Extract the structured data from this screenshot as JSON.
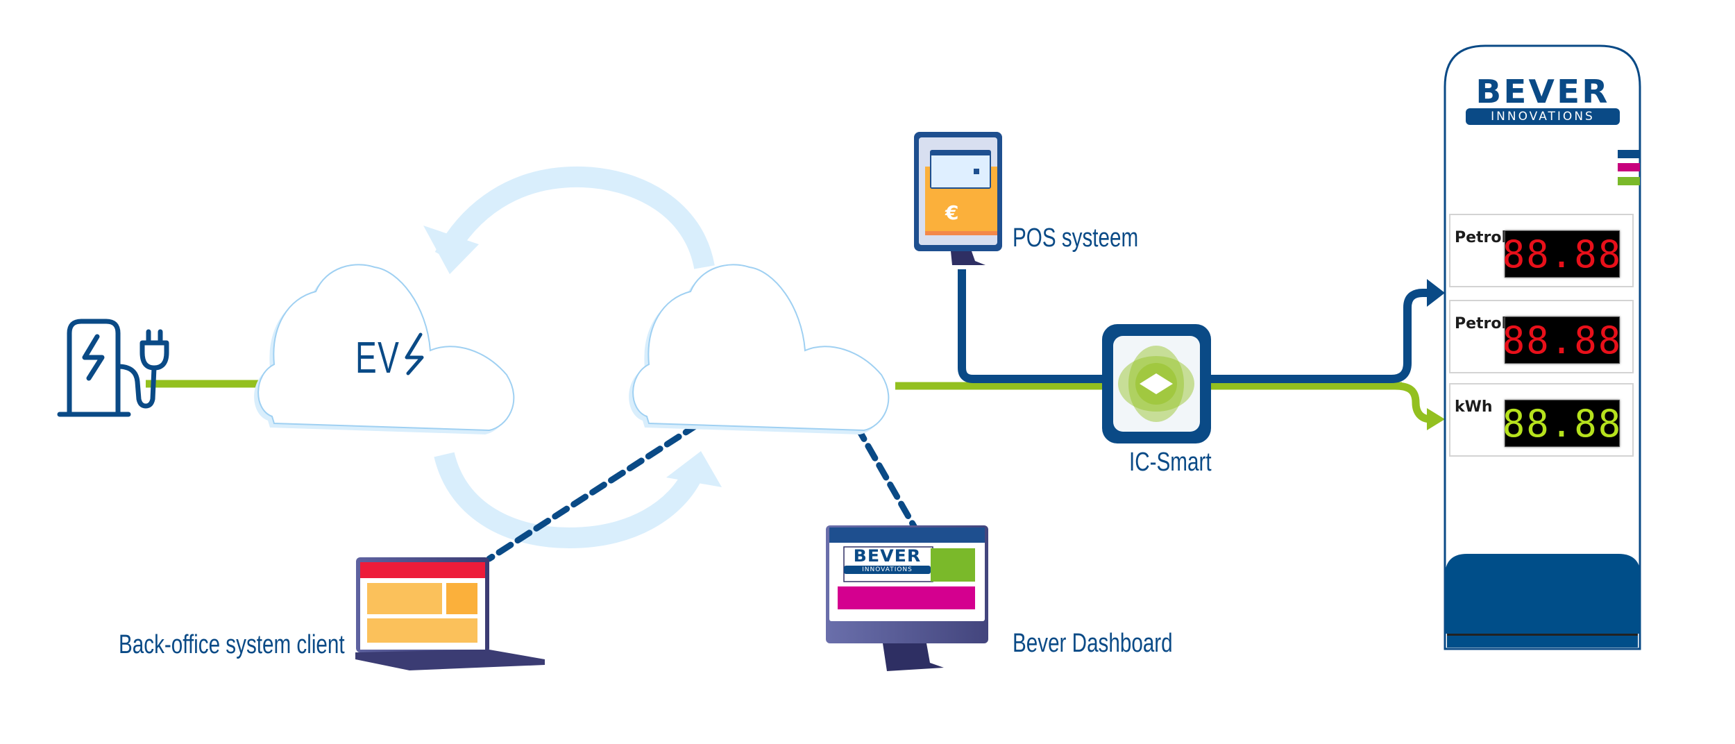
{
  "diagram": {
    "colors": {
      "brand_blue": "#0a4a86",
      "energy_green": "#93c01f",
      "cloud_outline": "#9fd0f2",
      "cycle_arrow": "#d9eefc",
      "magenta": "#d4008f",
      "orange": "#fbb03b",
      "red": "#ed1c3a"
    },
    "nodes": {
      "ev_charger": {
        "icon": "ev-charger-icon"
      },
      "ev_cloud": {
        "label": "EV",
        "icon": "lightning-bolt-icon"
      },
      "platform_cloud": {
        "label": ""
      },
      "pos": {
        "label": "POS systeem",
        "icon": "pos-terminal-icon"
      },
      "ic_smart": {
        "label": "IC-Smart",
        "icon": "ic-smart-device-icon"
      },
      "back_office": {
        "label": "Back-office system client",
        "icon": "laptop-icon"
      },
      "dashboard": {
        "label": "Bever Dashboard",
        "icon": "desktop-monitor-icon"
      }
    },
    "pump": {
      "logo_main": "BEVER",
      "logo_sub": "INNOVATIONS",
      "displays": [
        {
          "label": "Petrol",
          "value": "88.88",
          "color": "red"
        },
        {
          "label": "Petrol",
          "value": "88.88",
          "color": "red"
        },
        {
          "label": "kWh",
          "value": "88.88",
          "color": "green"
        }
      ]
    },
    "dashboard_screen": {
      "logo_main": "BEVER",
      "logo_sub": "INNOVATIONS"
    }
  }
}
